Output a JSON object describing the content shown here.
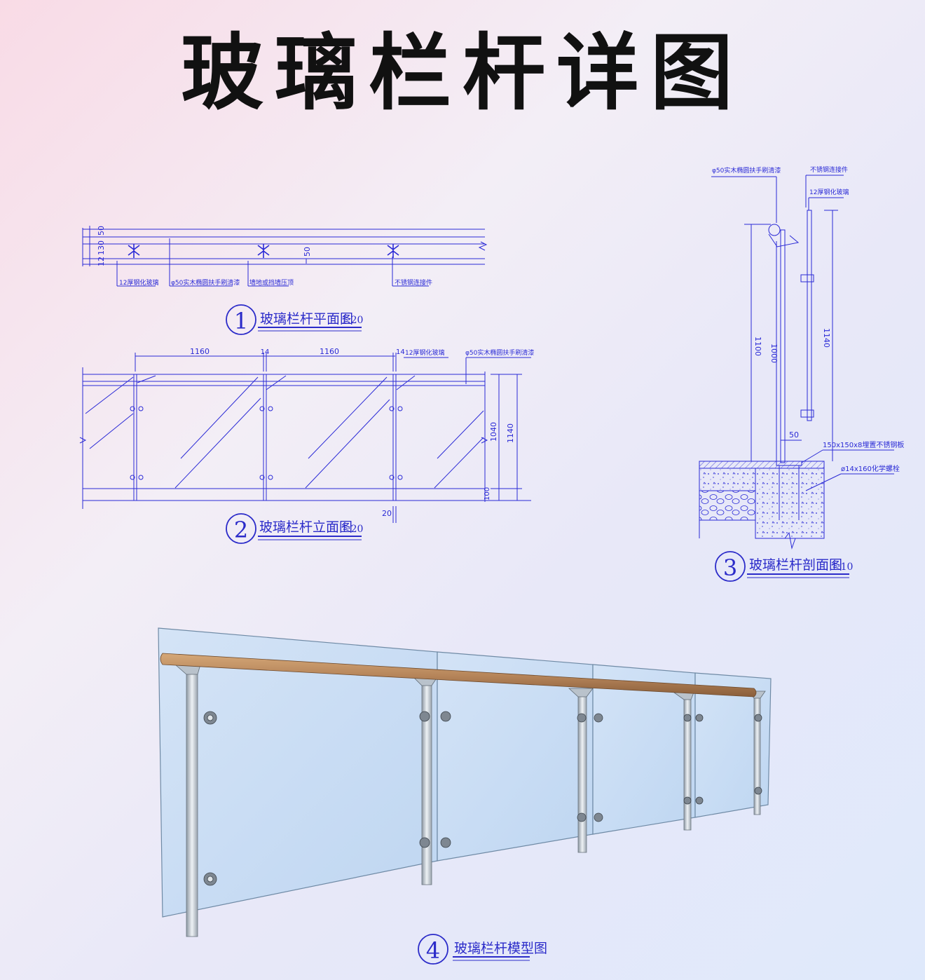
{
  "title": "玻璃栏杆详图",
  "colors": {
    "cad_line": "#2a2ad6",
    "handrail_wood": "#b98a5e",
    "glass": "#bcd7f2",
    "steel": "#c9d3dc"
  },
  "plan": {
    "number": "1",
    "caption": "玻璃栏杆平面图",
    "scale": "1:20",
    "dims": {
      "d50_left": "50",
      "d130": "130",
      "d12": "12",
      "d50_mid": "50"
    },
    "labels": {
      "glass": "12厚钢化玻璃",
      "handrail": "φ50实木椭圆扶手刷清漆",
      "wall": "墙地或挡墙压顶",
      "connector": "不锈钢连接件"
    }
  },
  "elevation": {
    "number": "2",
    "caption": "玻璃栏杆立面图",
    "scale": "1:20",
    "dims": {
      "span1": "1160",
      "gap": "14",
      "span2": "1160",
      "gap2": "14",
      "h1": "1040",
      "h2": "1140",
      "base": "100",
      "bottom": "20"
    },
    "labels": {
      "glass": "12厚钢化玻璃",
      "handrail": "φ50实木椭圆扶手刷清漆"
    }
  },
  "section": {
    "number": "3",
    "caption": "玻璃栏杆剖面图",
    "scale": "1:10",
    "dims": {
      "h1100": "1100",
      "h1000": "1000",
      "h1140": "1140",
      "d50": "50"
    },
    "labels": {
      "handrail": "φ50实木椭圆扶手刷清漆",
      "connector": "不锈钢连接件",
      "glass": "12厚钢化玻璃",
      "plate": "150x150x8埋置不锈钢板",
      "bolt": "ø14x160化学螺栓"
    }
  },
  "model": {
    "number": "4",
    "caption": "玻璃栏杆模型图"
  }
}
